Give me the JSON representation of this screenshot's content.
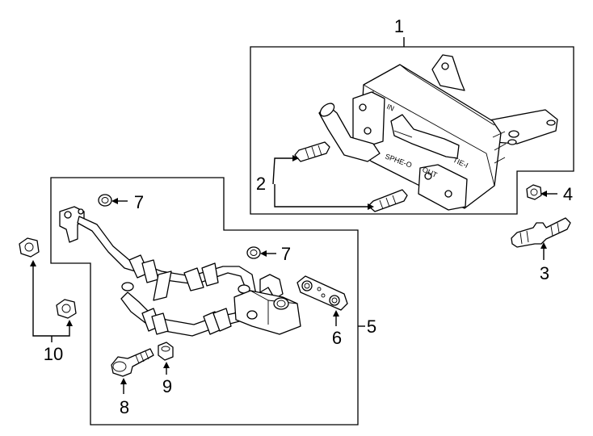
{
  "callouts": {
    "c1": "1",
    "c2": "2",
    "c3": "3",
    "c4": "4",
    "c5": "5",
    "c6": "6",
    "c7a": "7",
    "c7b": "7",
    "c8": "8",
    "c9": "9",
    "c10": "10"
  },
  "stamps": {
    "inlet": "IN",
    "outlet": "OUT",
    "sphe": "SPHE-O",
    "tie": "TIE-I"
  },
  "colors": {
    "ink": "#000000",
    "background": "#ffffff"
  }
}
